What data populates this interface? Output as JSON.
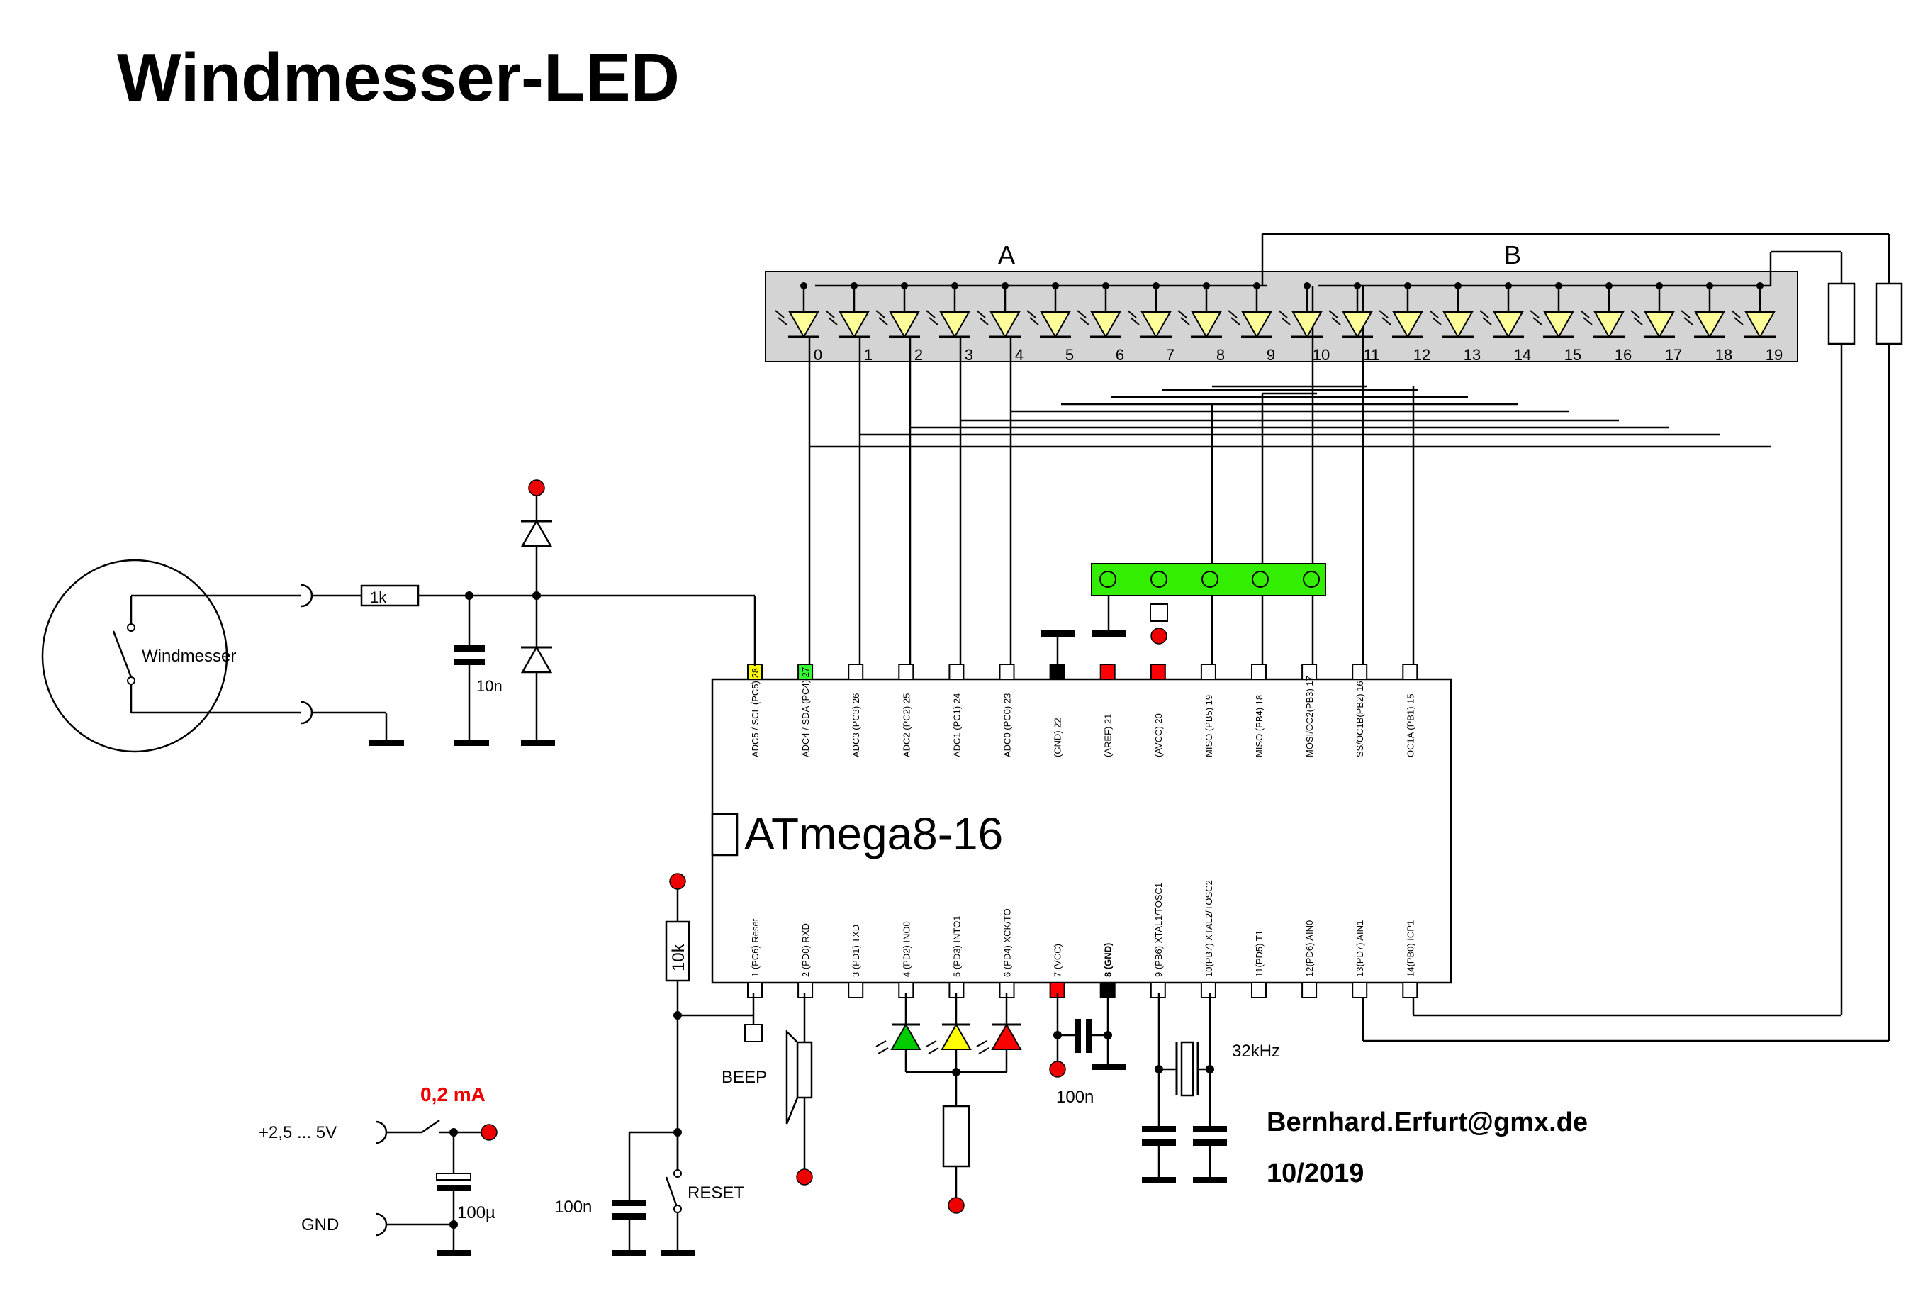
{
  "title": "Windmesser-LED",
  "led_bar": {
    "group_a": "A",
    "group_b": "B",
    "led_numbers": [
      "0",
      "1",
      "2",
      "3",
      "4",
      "5",
      "6",
      "7",
      "8",
      "9",
      "10",
      "11",
      "12",
      "13",
      "14",
      "15",
      "16",
      "17",
      "18",
      "19"
    ]
  },
  "mcu": {
    "name": "ATmega8-16",
    "top_pins": [
      "ADC5 / SCL (PC5) 28",
      "ADC4 / SDA (PC4) 27",
      "ADC3 (PC3) 26",
      "ADC2 (PC2) 25",
      "ADC1 (PC1) 24",
      "ADC0 (PC0) 23",
      "(GND) 22",
      "(AREF) 21",
      "(AVCC) 20",
      "MISO (PB5) 19",
      "MISO (PB4) 18",
      "MOSI/OC2(PB3) 17",
      "SS/OC1B(PB2) 16",
      "OC1A (PB1) 15"
    ],
    "bottom_pins": [
      "1 (PC6) Reset",
      "2 (PD0) RXD",
      "3 (PD1) TXD",
      "4 (PD2) INO0",
      "5 (PD3) INTO1",
      "6 (PD4) XCK/TO",
      "7 (VCC)",
      "8 (GND)",
      "9 (PB6) XTAL1/TOSC1",
      "10(PB7) XTAL2/TOSC2",
      "11(PD5) T1",
      "12(PD6) AIN0",
      "13(PD7) AIN1",
      "14(PB0) ICP1"
    ]
  },
  "components": {
    "sensor_label": "Windmesser",
    "r_input": "1k",
    "c_input": "10n",
    "r_reset": "10k",
    "c_vcc": "100n",
    "crystal": "32kHz",
    "beep": "BEEP",
    "reset_button": "RESET",
    "c_reset": "100n",
    "supply_voltage": "+2,5 ... 5V",
    "gnd": "GND",
    "current": "0,2 mA",
    "c_supply": "100µ"
  },
  "footer": {
    "email": "Bernhard.Erfurt@gmx.de",
    "date": "10/2019"
  },
  "colors": {
    "led_yellow": "#ffff99",
    "led_green": "#00cc00",
    "led_red": "#ff0000",
    "connector_green": "#33ee00",
    "bar_gray": "#d4d4d4",
    "pin_yellow": "#ffff00",
    "pin_green": "#33ff33"
  }
}
